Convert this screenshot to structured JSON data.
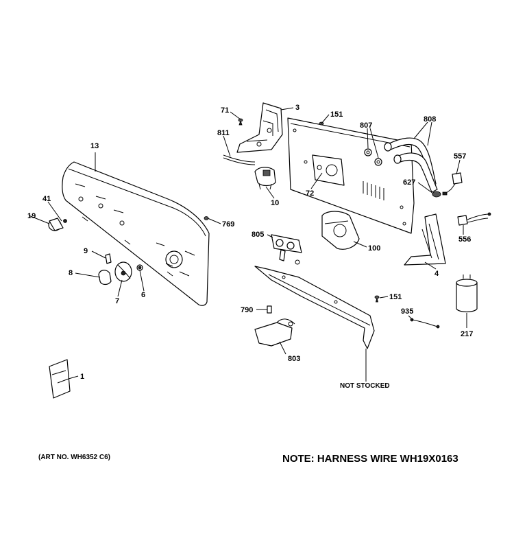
{
  "labels": {
    "p71": "71",
    "p3": "3",
    "p151a": "151",
    "p807": "807",
    "p808": "808",
    "p811": "811",
    "p13": "13",
    "p557": "557",
    "p627": "627",
    "p10": "10",
    "p72": "72",
    "p41": "41",
    "p19": "19",
    "p769": "769",
    "p556": "556",
    "p805": "805",
    "p100": "100",
    "p9": "9",
    "p8": "8",
    "p7": "7",
    "p6": "6",
    "p4": "4",
    "p151b": "151",
    "p790": "790",
    "p935": "935",
    "p217": "217",
    "p803": "803",
    "p1": "1"
  },
  "notes": {
    "not_stocked": "NOT STOCKED",
    "art_no": "(ART NO. WH6352 C6)",
    "harness": "NOTE: HARNESS WIRE WH19X0163"
  }
}
